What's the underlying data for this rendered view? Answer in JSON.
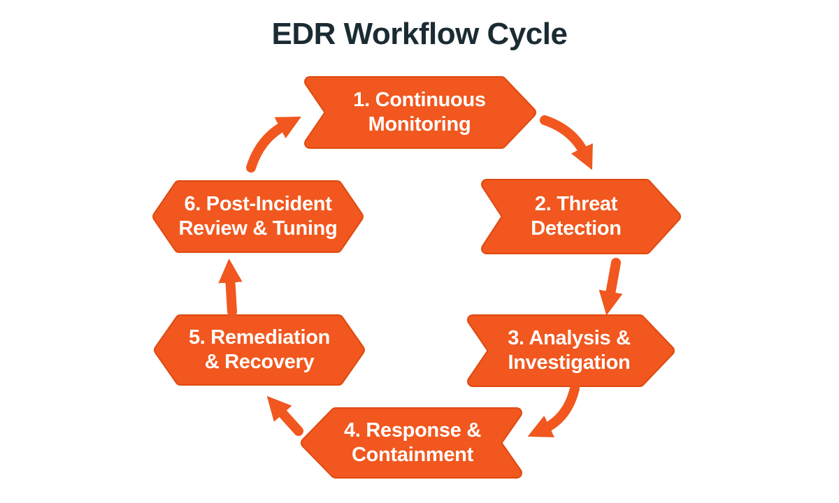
{
  "title": "EDR Workflow Cycle",
  "colors": {
    "shape_orange": "#f1571e",
    "shape_outline": "#de4a10",
    "label_text": "#ffffff",
    "title_text": "#1b2b33",
    "background": "#ffffff"
  },
  "steps": [
    {
      "id": "1",
      "label": "1. Continuous Monitoring",
      "line1": "1. Continuous",
      "line2": "Monitoring",
      "shape": "chevron-right"
    },
    {
      "id": "2",
      "label": "2. Threat Detection",
      "line1": "2. Threat",
      "line2": "Detection",
      "shape": "chevron-right"
    },
    {
      "id": "3",
      "label": "3. Analysis & Investigation",
      "line1": "3. Analysis &",
      "line2": "Investigation",
      "shape": "chevron-right"
    },
    {
      "id": "4",
      "label": "4. Response & Containment",
      "line1": "4. Response &",
      "line2": "Containment",
      "shape": "chevron-left"
    },
    {
      "id": "5",
      "label": "5. Remediation & Recovery",
      "line1": "5. Remediation",
      "line2": "& Recovery",
      "shape": "hexagon"
    },
    {
      "id": "6",
      "label": "6. Post-Incident Review & Tuning",
      "line1": "6. Post-Incident",
      "line2": "Review & Tuning",
      "shape": "hexagon"
    }
  ],
  "connectors": [
    {
      "from": "1",
      "to": "2"
    },
    {
      "from": "2",
      "to": "3"
    },
    {
      "from": "3",
      "to": "4"
    },
    {
      "from": "4",
      "to": "5"
    },
    {
      "from": "5",
      "to": "6"
    },
    {
      "from": "6",
      "to": "1"
    }
  ]
}
